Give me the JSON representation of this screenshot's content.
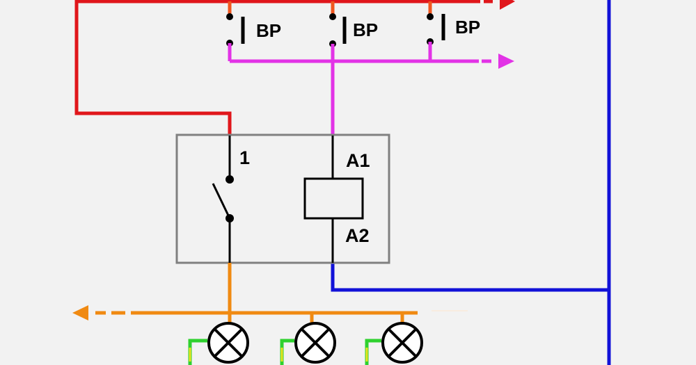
{
  "labels": {
    "push_button_1": "BP",
    "push_button_2": "BP",
    "push_button_3": "BP",
    "contact_terminal": "1",
    "coil_terminal_top": "A1",
    "coil_terminal_bottom": "A2"
  },
  "colors": {
    "background": "#f2f2f2",
    "phase_line": "#e0161b",
    "control_line": "#e233e6",
    "neutral_line": "#1212d8",
    "lamp_line": "#f08a12",
    "button_feed": "#f0561f",
    "earth_green": "#2fd12f",
    "earth_yellow": "#e8e320",
    "relay_frame": "#808080",
    "wire_black": "#000000"
  },
  "icons": {
    "push_button": "push-button-icon",
    "relay_contact": "relay-contact-icon",
    "relay_coil": "relay-coil-icon",
    "lamp": "lamp-icon",
    "arrow": "arrow-head-icon"
  }
}
